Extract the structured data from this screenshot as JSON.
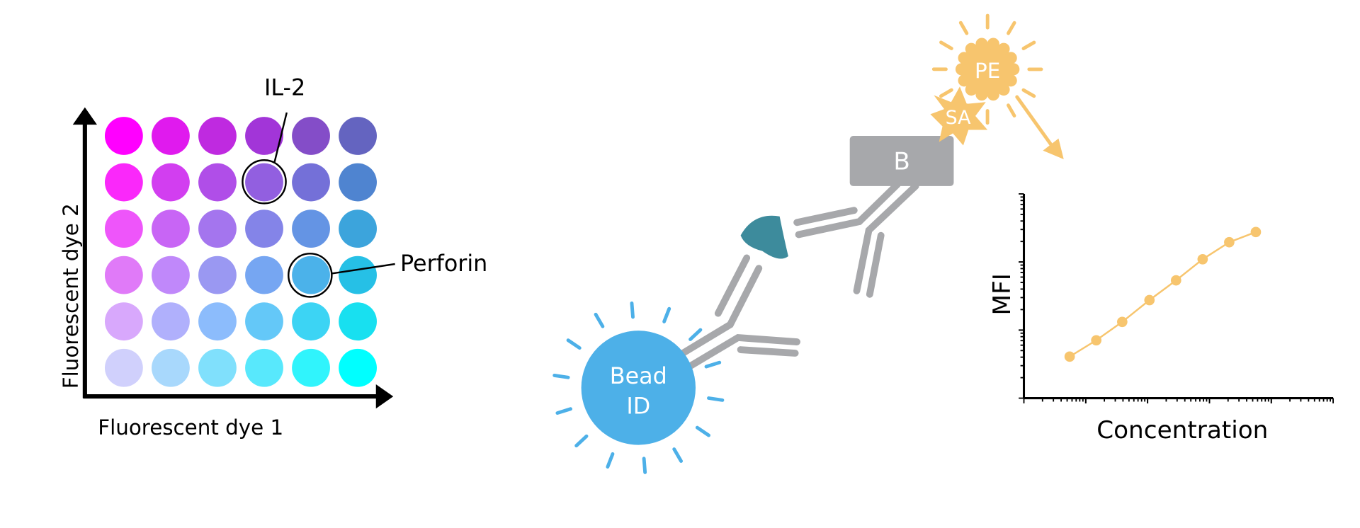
{
  "bead_array": {
    "x_axis_label": "Fluorescent dye 1",
    "y_axis_label": "Fluorescent dye 2",
    "rows": [
      [
        "#ff00ff",
        "#e01aee",
        "#bf2ae0",
        "#a235d8",
        "#844dc8",
        "#6464c0"
      ],
      [
        "#fa28fa",
        "#d23ef0",
        "#b04ee8",
        "#925fe0",
        "#7470d8",
        "#4f84d0"
      ],
      [
        "#ee55fa",
        "#c865f5",
        "#a475ee",
        "#8484e8",
        "#6494e4",
        "#3ca4dc"
      ],
      [
        "#e07af8",
        "#c088fa",
        "#9a98f2",
        "#76a6f2",
        "#4bb2ea",
        "#26c0e6"
      ],
      [
        "#d8a8fc",
        "#b0b0fc",
        "#8cbcfc",
        "#64c8f8",
        "#3cd4f4",
        "#18e0f0"
      ],
      [
        "#d0d0fc",
        "#a8d8fc",
        "#80e0fc",
        "#58e8fc",
        "#30f4fc",
        "#00ffff"
      ]
    ],
    "callouts": [
      {
        "label": "IL-2",
        "row": 1,
        "col": 3
      },
      {
        "label": "Perforin",
        "row": 3,
        "col": 4
      }
    ]
  },
  "assay": {
    "bead_label_line1": "Bead",
    "bead_label_line2": "ID",
    "biotin_label": "B",
    "streptavidin_label": "SA",
    "phycoerythrin_label": "PE",
    "colors": {
      "bead": "#4db0e8",
      "antibody": "#a7a8ab",
      "antigen": "#3d8b9c",
      "reporter": "#f7c56e"
    }
  },
  "chart_data": {
    "type": "line",
    "title": "",
    "xlabel": "Concentration",
    "ylabel": "MFI",
    "xscale": "log",
    "yscale": "log",
    "x_log10": [
      0.74,
      1.17,
      1.59,
      2.03,
      2.46,
      2.89,
      3.32,
      3.75
    ],
    "y_log10": [
      0.61,
      0.85,
      1.12,
      1.44,
      1.73,
      2.04,
      2.29,
      2.44
    ],
    "xlim_log10": [
      0,
      5
    ],
    "ylim_log10": [
      0,
      3
    ],
    "tick_labels": false,
    "grid": false,
    "color": "#f7c56e"
  }
}
